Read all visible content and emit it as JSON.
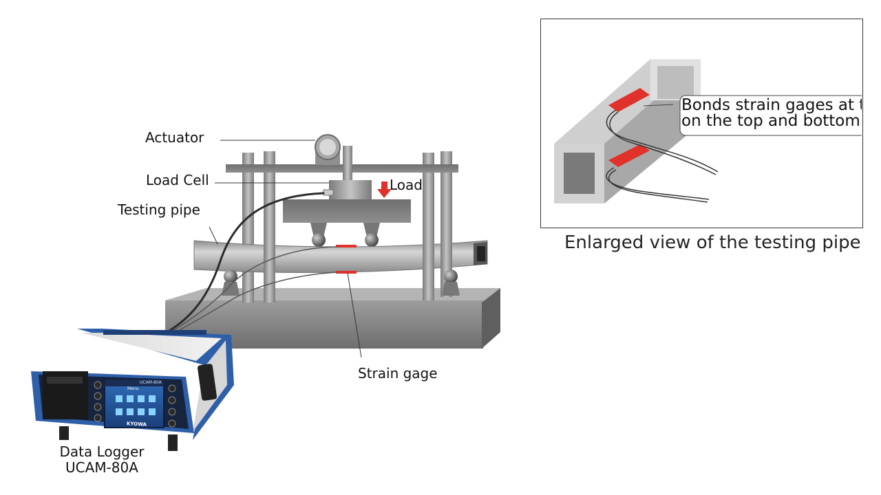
{
  "labels": {
    "actuator": "Actuator",
    "load_cell": "Load Cell",
    "load": "Load",
    "testing_pipe": "Testing pipe",
    "strain_gage": "Strain gage",
    "data_logger_line1": "Data Logger",
    "data_logger_line2": "UCAM-80A"
  },
  "inset": {
    "callout_line1": "Bonds strain gages at the center",
    "callout_line2": "on the top and bottom surface",
    "caption": "Enlarged view of the testing pipe"
  },
  "device": {
    "brand": "KYOWA",
    "model": "UCAM-80A",
    "screen_title": "Menu"
  },
  "colors": {
    "accent_red": "#e0312b",
    "device_blue": "#2f5fa8",
    "steel_gray": "#9a9a9a"
  }
}
